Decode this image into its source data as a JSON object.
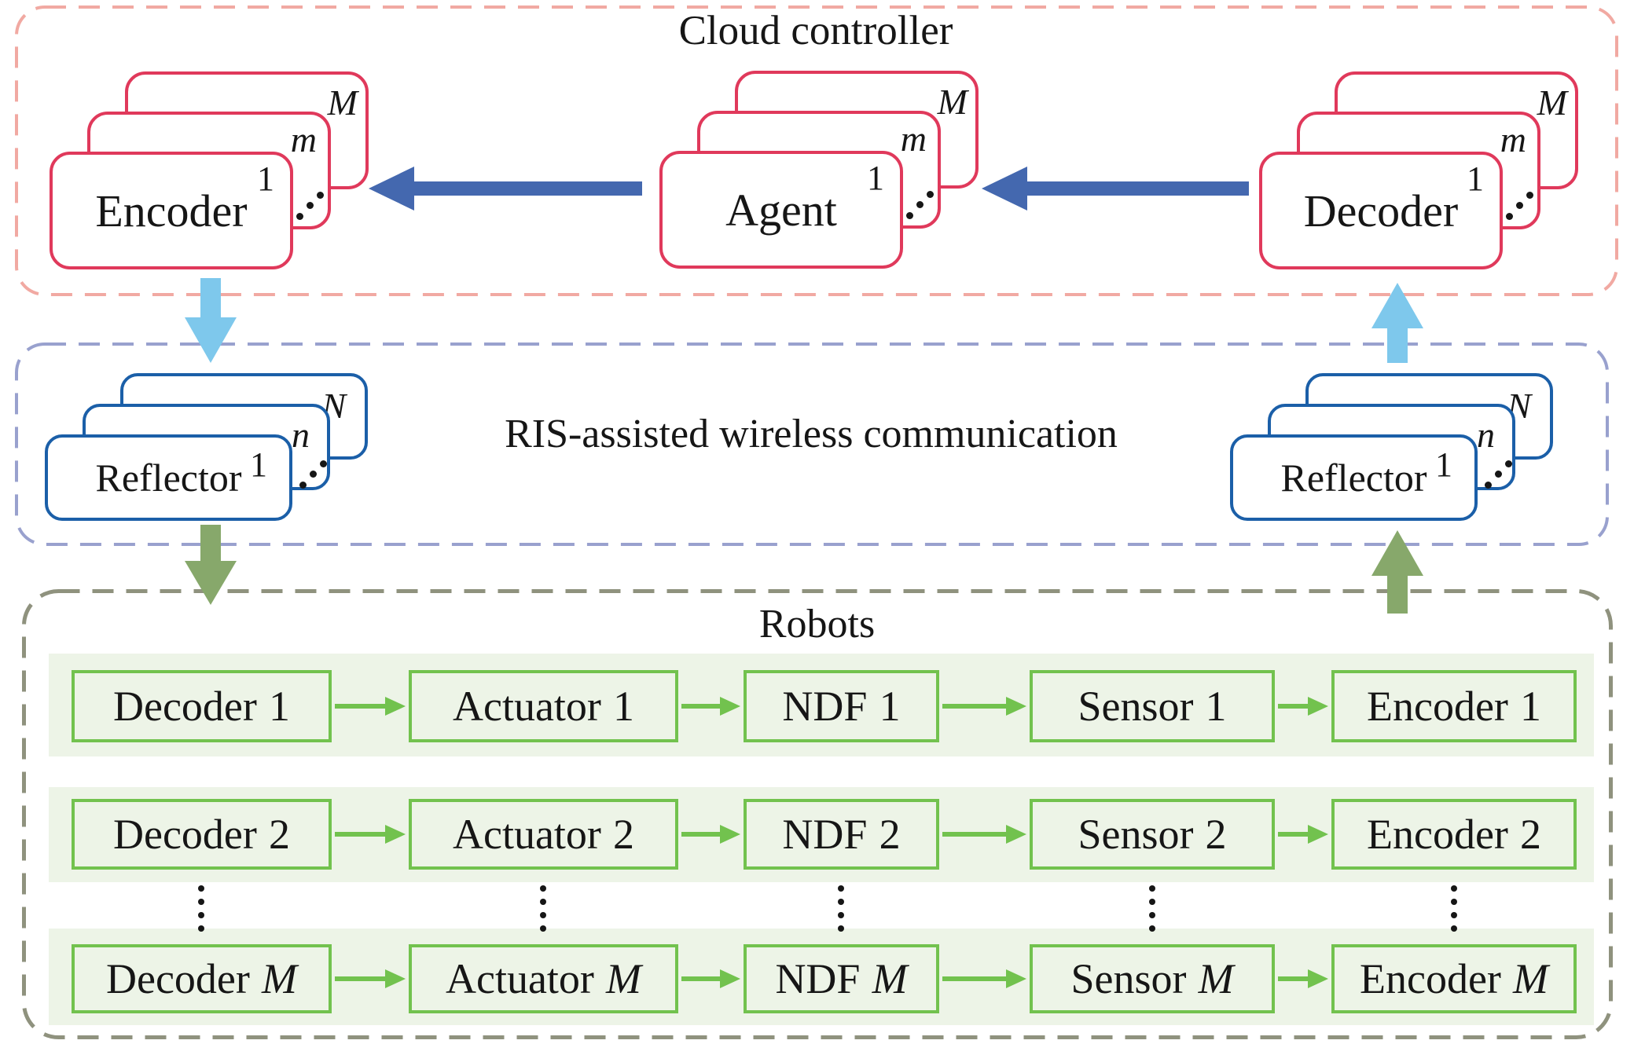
{
  "colors": {
    "page_bg": "#ffffff",
    "text": "#161616",
    "cloud_border": "#f1a9a2",
    "ris_border": "#99a1ce",
    "robots_border": "#8f927e",
    "red_card": "#e0395b",
    "blue_card": "#1b5fa8",
    "arrow_blue": "#4468af",
    "arrow_lightblue": "#7ec8ec",
    "arrow_olive": "#87a86b",
    "robot_green": "#72c24e",
    "row_bg": "#edf4e7"
  },
  "sections": {
    "cloud": {
      "title": "Cloud controller"
    },
    "ris": {
      "title": "RIS-assisted wireless communication"
    },
    "robots": {
      "title": "Robots"
    }
  },
  "stacks": {
    "encoder": {
      "label": "Encoder",
      "front_index": "1",
      "mid_index": "m",
      "back_index": "M"
    },
    "agent": {
      "label": "Agent",
      "front_index": "1",
      "mid_index": "m",
      "back_index": "M"
    },
    "decoder": {
      "label": "Decoder",
      "front_index": "1",
      "mid_index": "m",
      "back_index": "M"
    },
    "reflector_left": {
      "label": "Reflector",
      "front_index": "1",
      "mid_index": "n",
      "back_index": "N"
    },
    "reflector_right": {
      "label": "Reflector",
      "front_index": "1",
      "mid_index": "n",
      "back_index": "N"
    }
  },
  "robot_rows": [
    {
      "cells": [
        {
          "name": "Decoder",
          "index": "1"
        },
        {
          "name": "Actuator",
          "index": "1"
        },
        {
          "name": "NDF",
          "index": "1"
        },
        {
          "name": "Sensor",
          "index": "1"
        },
        {
          "name": "Encoder",
          "index": "1"
        }
      ]
    },
    {
      "cells": [
        {
          "name": "Decoder",
          "index": "2"
        },
        {
          "name": "Actuator",
          "index": "2"
        },
        {
          "name": "NDF",
          "index": "2"
        },
        {
          "name": "Sensor",
          "index": "2"
        },
        {
          "name": "Encoder",
          "index": "2"
        }
      ]
    },
    {
      "cells": [
        {
          "name": "Decoder",
          "index": "M"
        },
        {
          "name": "Actuator",
          "index": "M"
        },
        {
          "name": "NDF",
          "index": "M"
        },
        {
          "name": "Sensor",
          "index": "M"
        },
        {
          "name": "Encoder",
          "index": "M"
        }
      ]
    }
  ],
  "icons": {
    "diagonal_ellipsis": "⋰",
    "vertical_ellipsis": "⋮"
  }
}
